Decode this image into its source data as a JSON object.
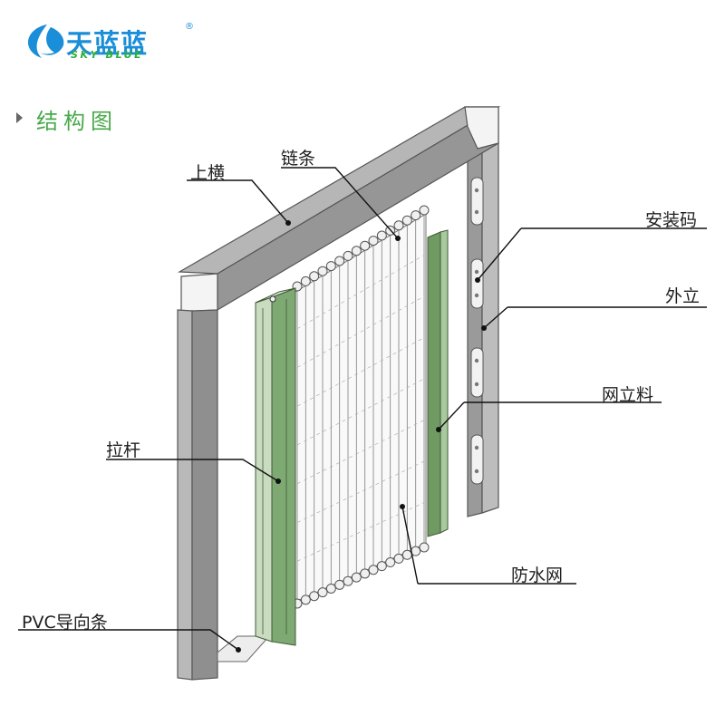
{
  "brand": {
    "name_cn": "天蓝蓝",
    "registered_mark": "®",
    "name_en": "SKY BLUE",
    "primary_color": "#1a8ed8",
    "secondary_color": "#2cae3c"
  },
  "section": {
    "title": "结构图",
    "title_color": "#47a84a"
  },
  "labels": {
    "top_rail": "上横",
    "chain": "链条",
    "mounting_clip": "安装码",
    "outer_post": "外立",
    "mesh_post": "网立料",
    "pull_bar": "拉杆",
    "waterproof_mesh": "防水网",
    "pvc_guide": "PVC导向条"
  },
  "icons": [
    "swoosh-logo-icon",
    "triangle-marker-icon"
  ]
}
